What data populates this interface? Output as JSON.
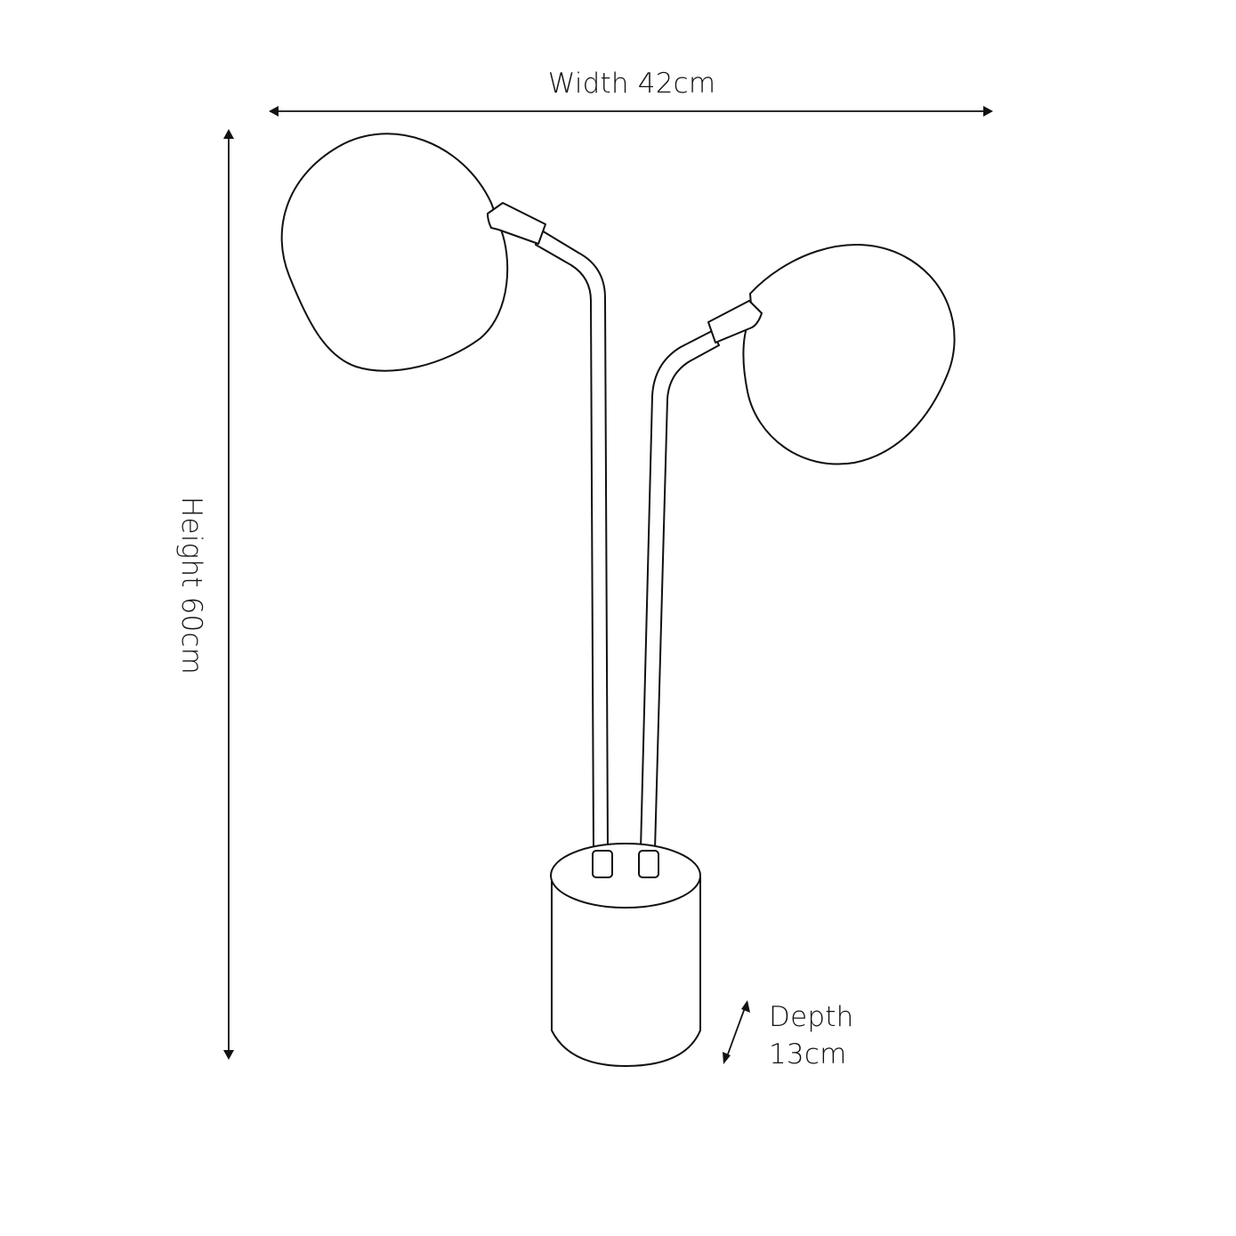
{
  "diagram": {
    "subject": "Two-globe table lamp dimension drawing",
    "dimensions": {
      "width": {
        "label": "Width 42cm",
        "value": 42,
        "unit": "cm"
      },
      "height": {
        "label": "Height 60cm",
        "value": 60,
        "unit": "cm"
      },
      "depth": {
        "label_line1": "Depth",
        "label_line2": "13cm",
        "value": 13,
        "unit": "cm"
      }
    },
    "parts": [
      "left-globe-shade",
      "right-globe-shade",
      "left-arm",
      "right-arm",
      "cylindrical-base"
    ],
    "colors": {
      "line": "#111111",
      "background": "#ffffff"
    }
  }
}
